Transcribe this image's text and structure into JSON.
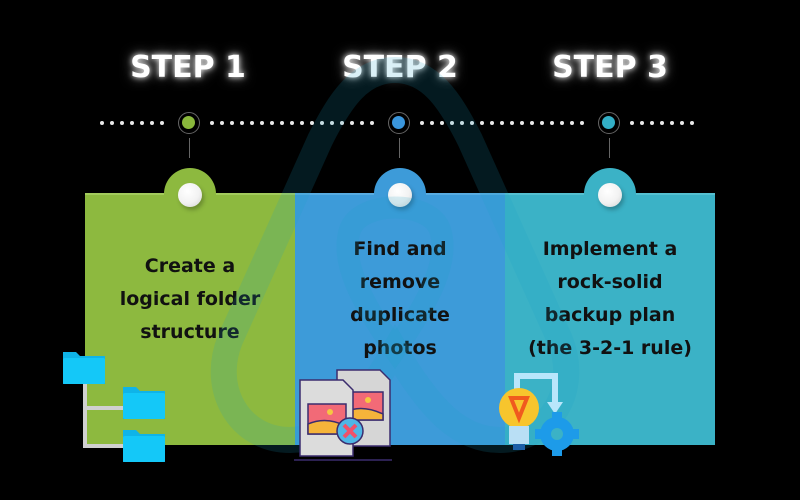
{
  "steps": [
    {
      "title": "STEP 1",
      "description": "Create a logical folder structure",
      "lines": [
        "Create a",
        "logical folder",
        "structure"
      ],
      "color": "#8db93f",
      "node_color": "#8ab83c",
      "icon": "folder-tree-icon"
    },
    {
      "title": "STEP 2",
      "description": "Find and remove duplicate photos",
      "lines": [
        "Find and",
        "remove",
        "duplicate",
        "photos"
      ],
      "color": "#3d9bd9",
      "node_color": "#3a96dc",
      "icon": "duplicate-photos-remove-icon"
    },
    {
      "title": "STEP 3",
      "description": "Implement a rock-solid backup plan (the 3-2-1 rule)",
      "lines": [
        "Implement a",
        "rock-solid",
        "backup plan",
        "(the 3-2-1 rule)"
      ],
      "color": "#3bb2c6",
      "node_color": "#33afc6",
      "icon": "lightbulb-gear-process-icon"
    }
  ],
  "colors": {
    "background": "#000000",
    "watermark": "#1aa3c8",
    "folder": "#12c3f5"
  }
}
